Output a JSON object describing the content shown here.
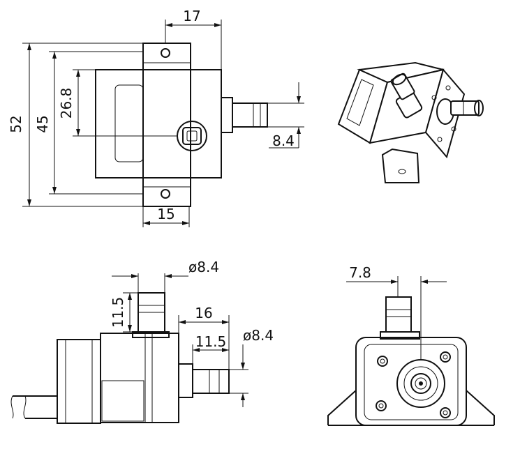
{
  "colors": {
    "ink": "#111111",
    "background": "#ffffff"
  },
  "views": {
    "top": {
      "dim_width_17": "17",
      "dim_height_52": "52",
      "dim_height_45": "45",
      "dim_height_26_8": "26.8",
      "dim_outlet_8_4": "8.4",
      "dim_bracket_15": "15"
    },
    "front": {
      "dim_outlet_dia": "ø8.4",
      "dim_top_nozzle_11_5": "11.5",
      "dim_length_16": "16",
      "dim_side_nozzle_11_5": "11.5",
      "dim_side_dia": "ø8.4"
    },
    "end": {
      "dim_offset_7_8": "7.8"
    }
  }
}
